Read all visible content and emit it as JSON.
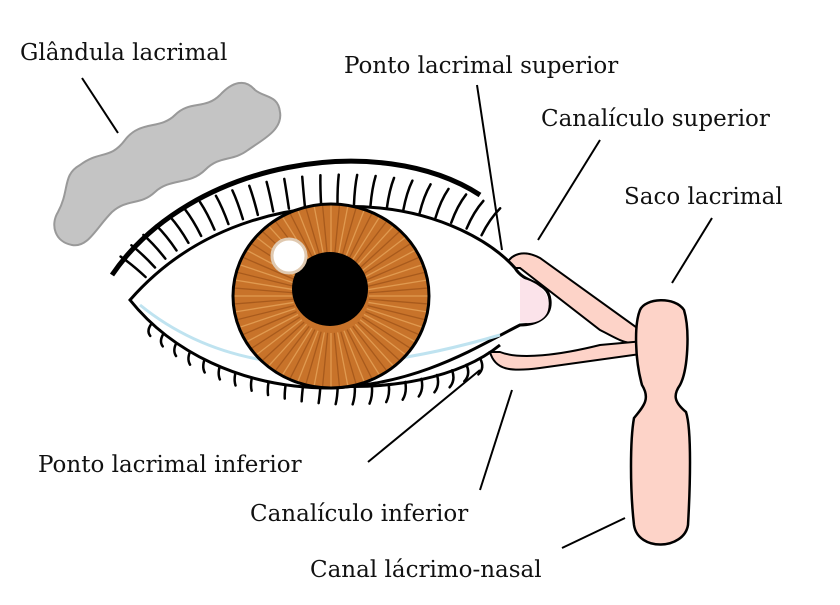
{
  "labels": {
    "glandula": "Glândula lacrimal",
    "ponto_superior": "Ponto lacrimal superior",
    "canaliculo_superior": "Canalículo superior",
    "saco": "Saco lacrimal",
    "ponto_inferior": "Ponto lacrimal inferior",
    "canaliculo_inferior": "Canalículo inferior",
    "canal_nasal": "Canal lácrimo-nasal"
  },
  "colors": {
    "iris": "#c8732a",
    "iris_dark": "#a85a1c",
    "duct": "#fdd3c8",
    "gland": "#c4c4c4",
    "outline": "#000000"
  }
}
